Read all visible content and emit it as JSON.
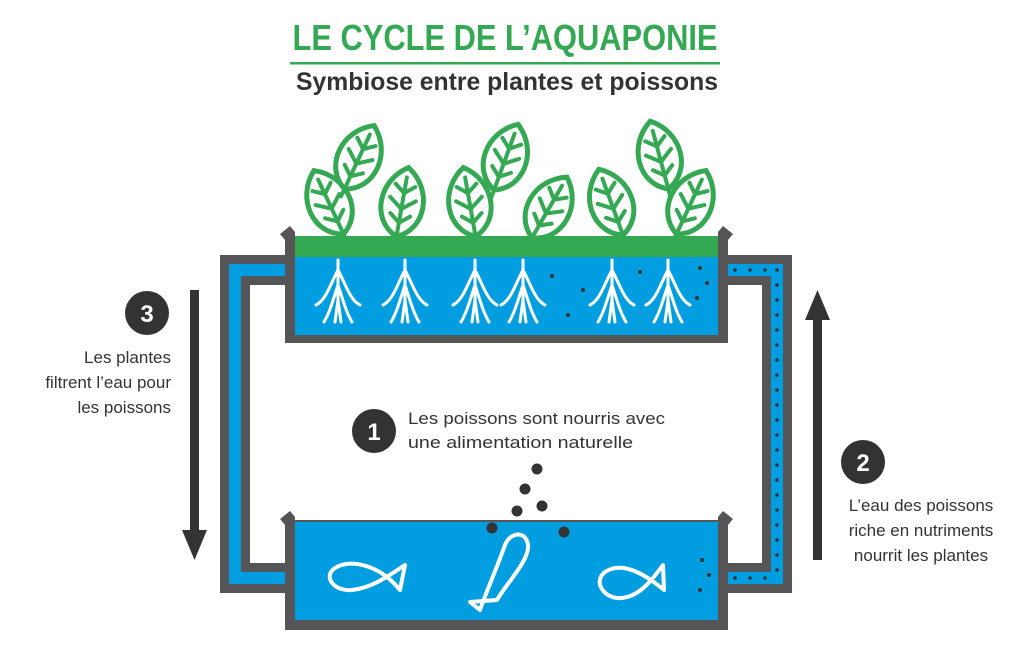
{
  "title": "LE CYCLE DE L’AQUAPONIE",
  "subtitle": "Symbiose entre plantes et poissons",
  "colors": {
    "green": "#34a853",
    "blue": "#009ee0",
    "gray": "#555557",
    "dark": "#333333"
  },
  "steps": [
    {
      "number": "1",
      "lines": [
        "Les poissons sont nourris avec",
        "une alimentation naturelle"
      ]
    },
    {
      "number": "2",
      "lines": [
        "L’eau des poissons",
        "riche en nutriments",
        "nourrit les plantes"
      ]
    },
    {
      "number": "3",
      "lines": [
        "Les plantes",
        "filtrent l’eau pour",
        "les poissons"
      ]
    }
  ]
}
